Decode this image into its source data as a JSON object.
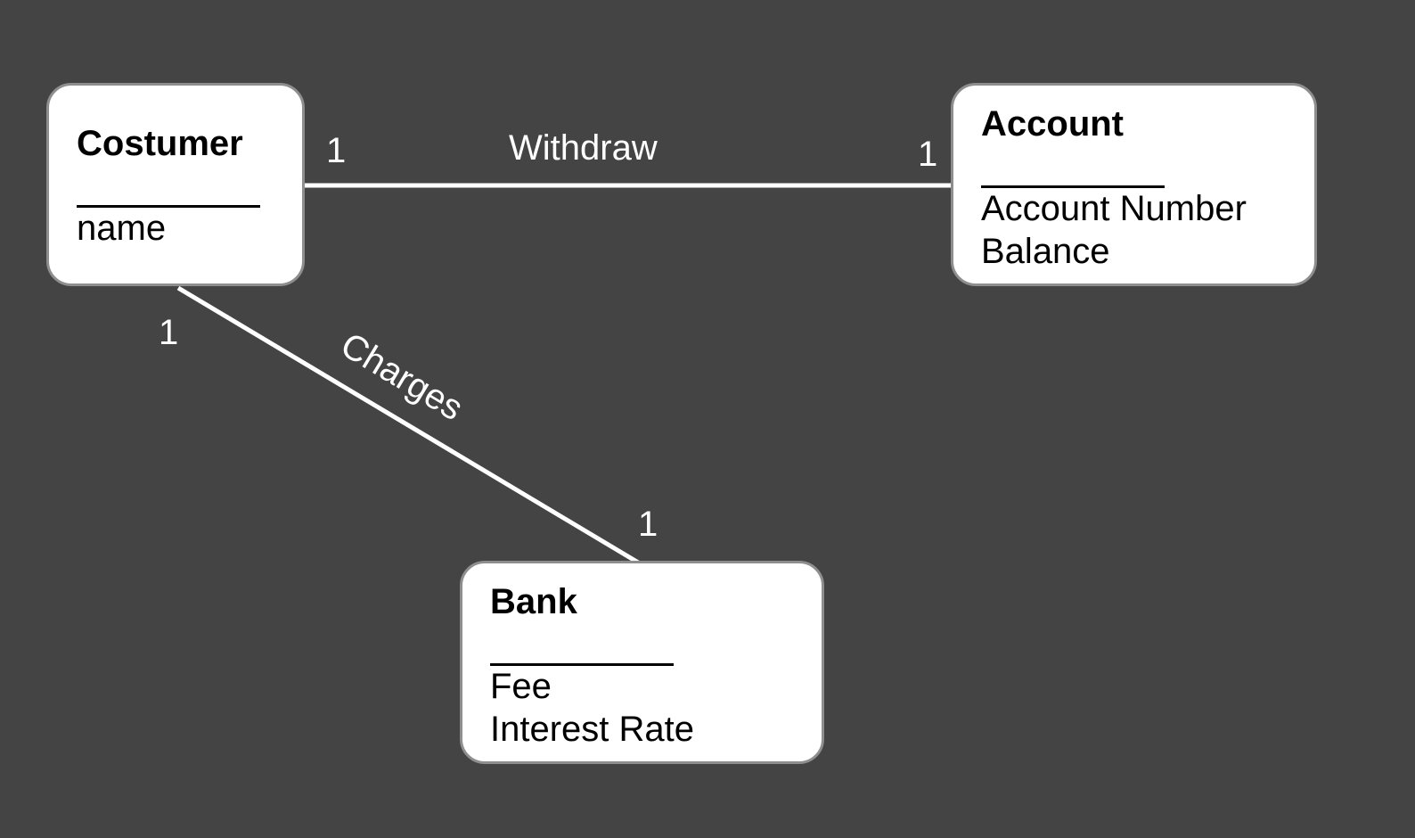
{
  "entities": {
    "customer": {
      "name": "Costumer",
      "attributes": [
        "name"
      ]
    },
    "account": {
      "name": "Account",
      "attributes": [
        "Account Number",
        "Balance"
      ]
    },
    "bank": {
      "name": "Bank",
      "attributes": [
        "Fee",
        "Interest Rate"
      ]
    }
  },
  "relationships": {
    "withdraw": {
      "label": "Withdraw",
      "from_multiplicity": "1",
      "to_multiplicity": "1"
    },
    "charges": {
      "label": "Charges",
      "from_multiplicity": "1",
      "to_multiplicity": "1"
    }
  },
  "colors": {
    "background": "#444444",
    "box_fill": "#ffffff",
    "box_border": "#8e8e8e",
    "line": "#ffffff"
  }
}
